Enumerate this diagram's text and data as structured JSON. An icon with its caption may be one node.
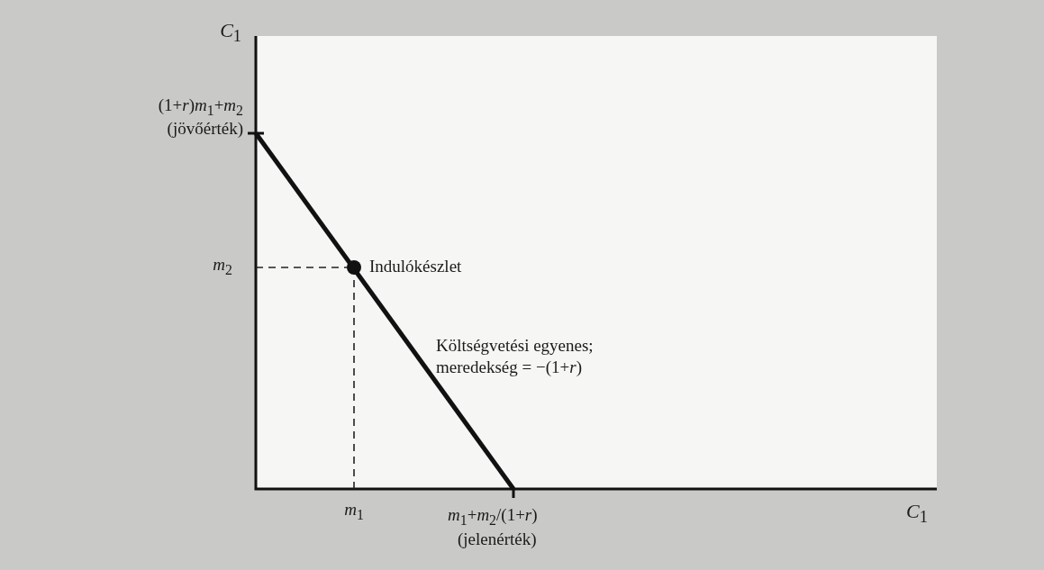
{
  "diagram": {
    "labels": [
      "*C*$_{1}$",
      "(1+*r*)*m*$_{1}$+*m*$_{2}$",
      "(jövőérték)",
      "*m*$_{2}$",
      "Indulókészlet",
      "Költségvetési egyenes; meredekség = −(1+*r*)",
      "*m*$_{1}$",
      "*m*$_{1}$+*m*$_{2}$/(1+*r*)",
      "(jelenérték)",
      "*C*$_{1}$"
    ]
  }
}
